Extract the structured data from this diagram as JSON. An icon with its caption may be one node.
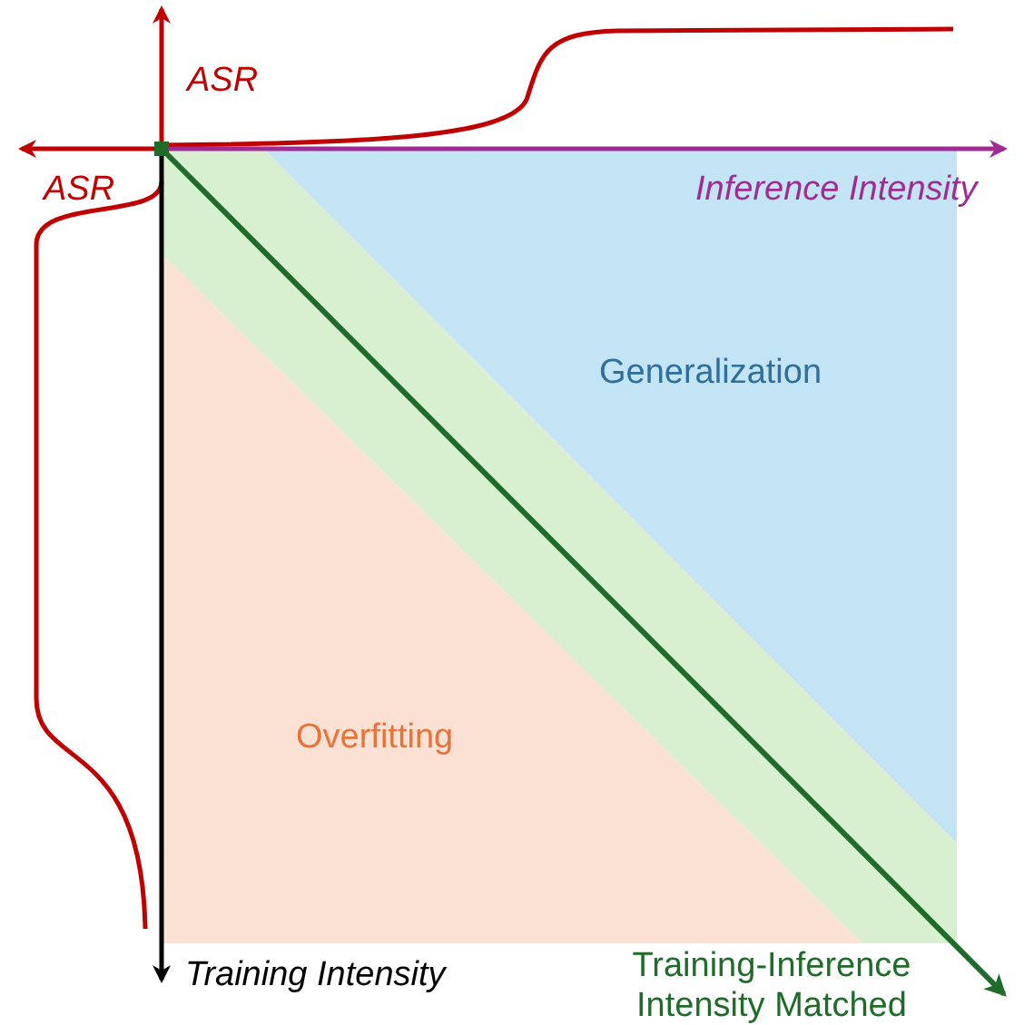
{
  "diagram": {
    "labels": [
      "ASR",
      "ASR",
      "Inference Intensity",
      "Generalization",
      "Overfitting",
      "Training Intensity",
      "Training-Inference Intensity Matched"
    ]
  }
}
